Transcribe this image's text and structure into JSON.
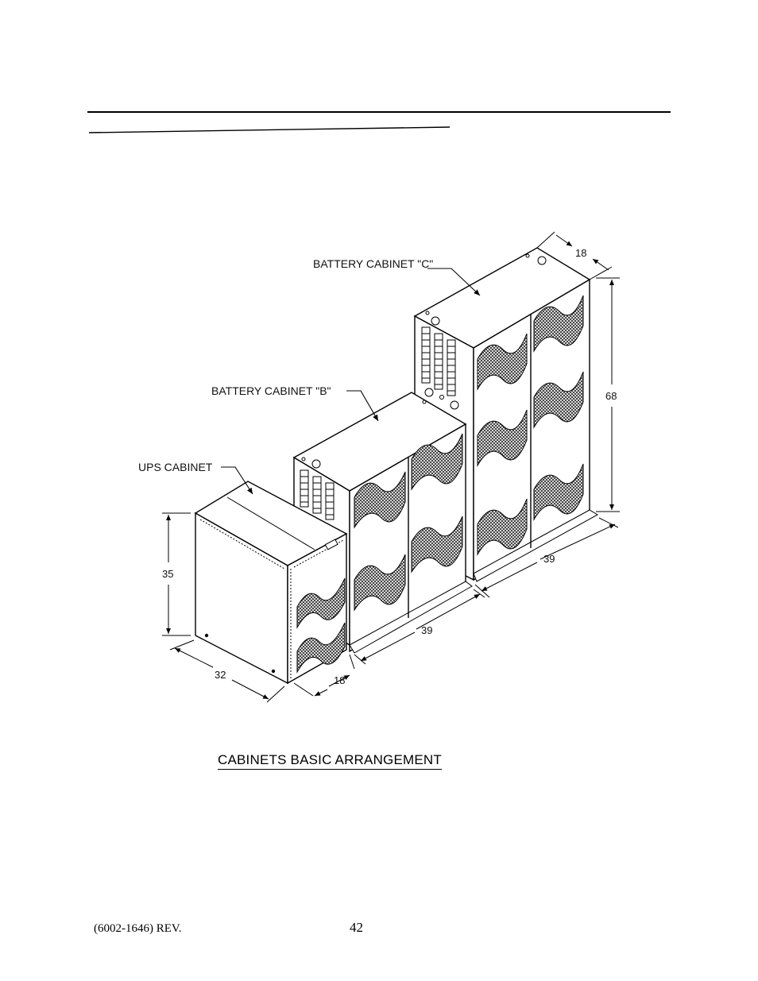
{
  "labels": {
    "cabinet_c": "BATTERY CABINET \"C\"",
    "cabinet_b": "BATTERY CABINET \"B\"",
    "ups": "UPS CABINET"
  },
  "dimensions": {
    "c_depth": "18",
    "c_height": "68",
    "c_width": "39",
    "b_width": "39",
    "b_depth": "18",
    "ups_height": "35",
    "ups_depth": "32"
  },
  "caption": "CABINETS BASIC ARRANGEMENT",
  "footer": {
    "doc_ref": "(6002-1646) REV.",
    "page_number": "42"
  }
}
